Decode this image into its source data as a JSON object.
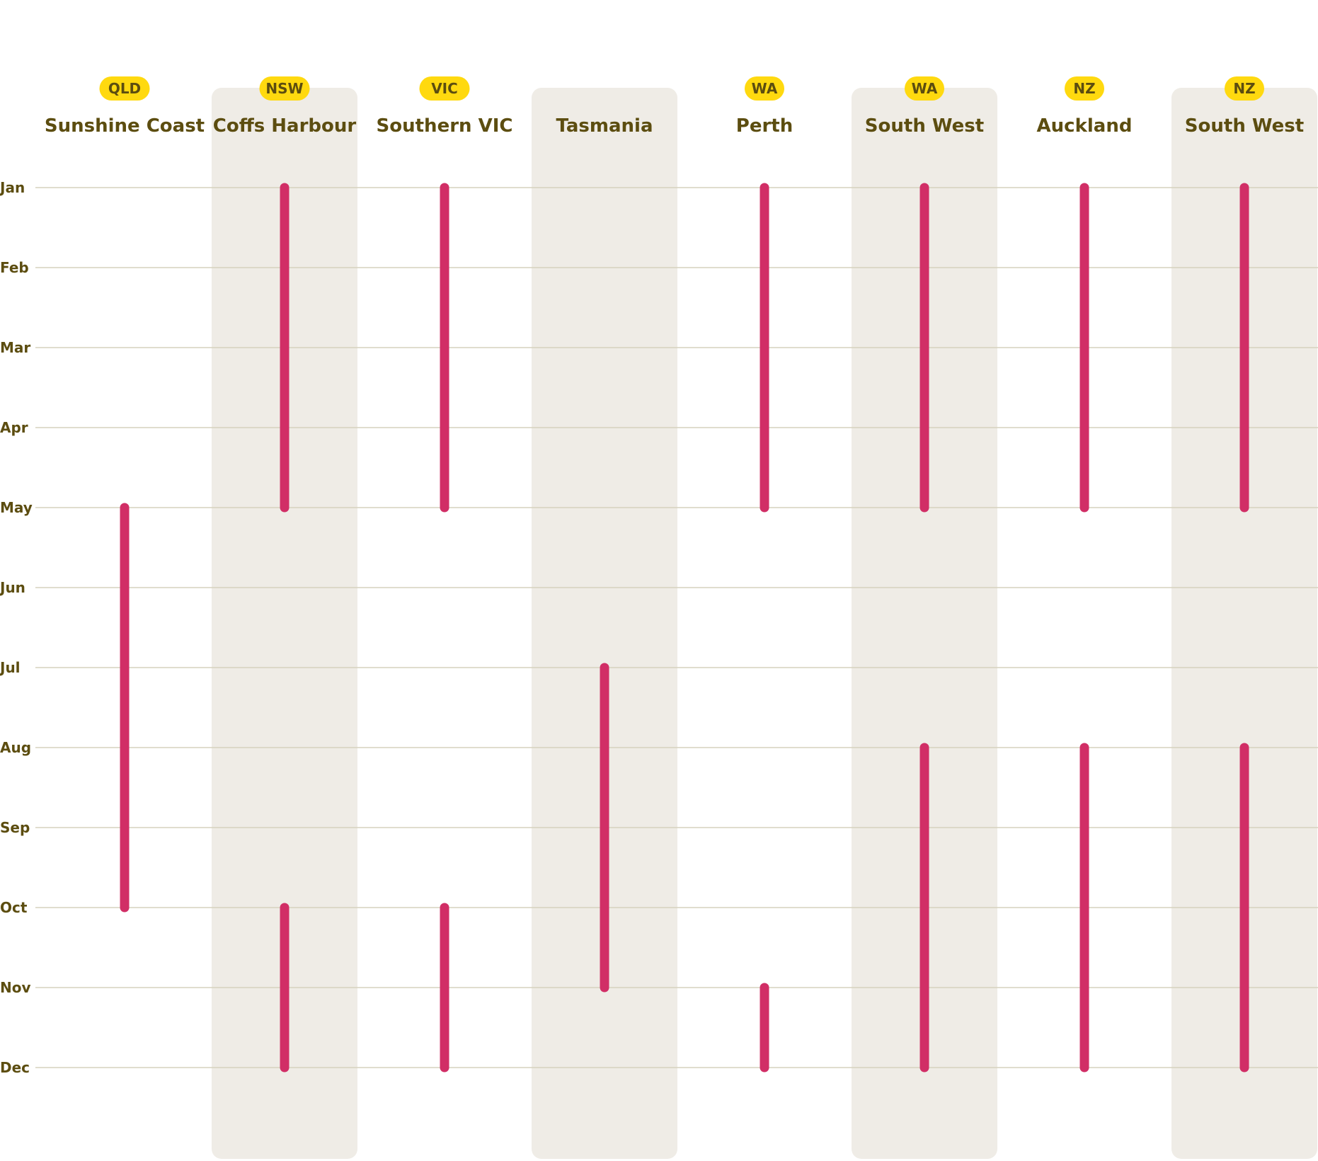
{
  "chart_data": {
    "type": "range",
    "months": [
      "Jan",
      "Feb",
      "Mar",
      "Apr",
      "May",
      "Jun",
      "Jul",
      "Aug",
      "Sep",
      "Oct",
      "Nov",
      "Dec"
    ],
    "columns": [
      {
        "badge": "QLD",
        "label": "Sunshine Coast",
        "shaded": false,
        "ranges": [
          [
            "May",
            "Oct"
          ]
        ]
      },
      {
        "badge": "NSW",
        "label": "Coffs Harbour",
        "shaded": true,
        "ranges": [
          [
            "Jan",
            "May"
          ],
          [
            "Oct",
            "Dec"
          ]
        ]
      },
      {
        "badge": "VIC",
        "label": "Southern VIC",
        "shaded": false,
        "ranges": [
          [
            "Jan",
            "May"
          ],
          [
            "Oct",
            "Dec"
          ]
        ]
      },
      {
        "badge": "",
        "label": "Tasmania",
        "shaded": true,
        "ranges": [
          [
            "Jul",
            "Nov"
          ]
        ]
      },
      {
        "badge": "WA",
        "label": "Perth",
        "shaded": false,
        "ranges": [
          [
            "Jan",
            "May"
          ],
          [
            "Nov",
            "Dec"
          ]
        ]
      },
      {
        "badge": "WA",
        "label": "South West",
        "shaded": true,
        "ranges": [
          [
            "Jan",
            "May"
          ],
          [
            "Aug",
            "Dec"
          ]
        ]
      },
      {
        "badge": "NZ",
        "label": "Auckland",
        "shaded": false,
        "ranges": [
          [
            "Jan",
            "May"
          ],
          [
            "Aug",
            "Dec"
          ]
        ]
      },
      {
        "badge": "NZ",
        "label": "South West",
        "shaded": true,
        "ranges": [
          [
            "Jan",
            "May"
          ],
          [
            "Aug",
            "Dec"
          ]
        ]
      }
    ],
    "colors": {
      "bar": "#d12e66",
      "badge": "#ffd90f",
      "band": "#efece6",
      "grid": "#d6d2bd",
      "text": "#5c4d10"
    },
    "grid": true
  }
}
